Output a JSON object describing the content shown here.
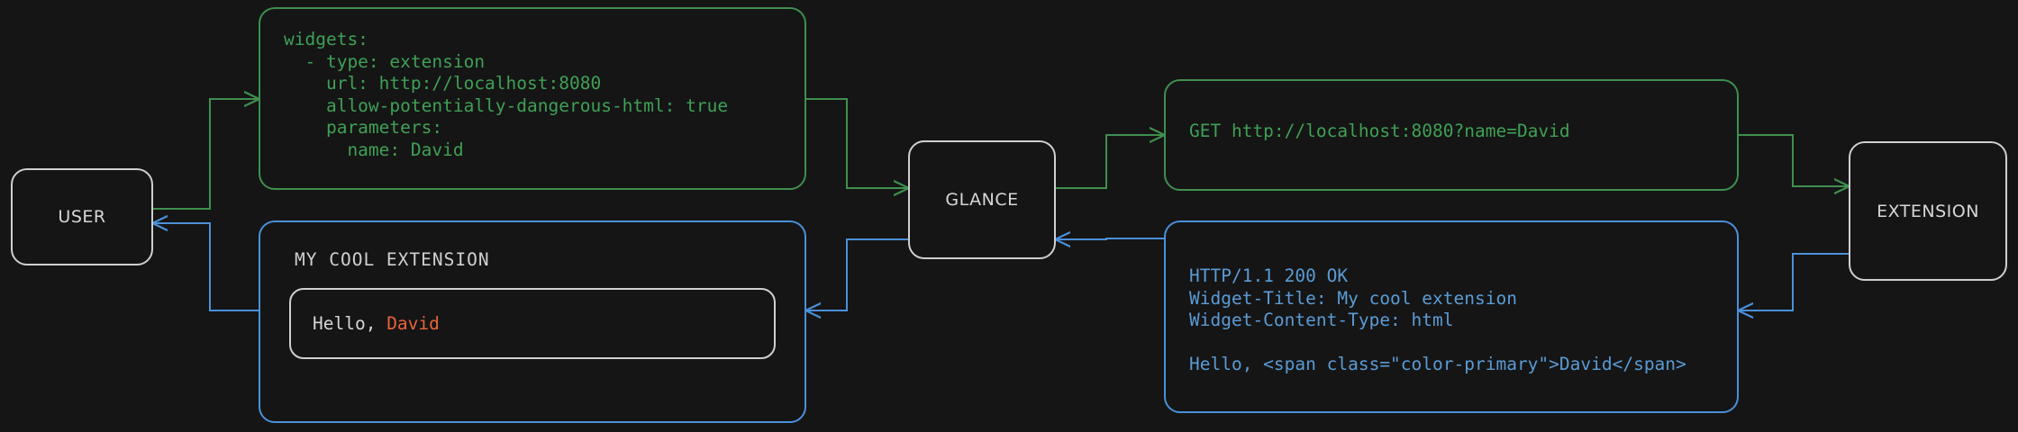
{
  "theme": {
    "background": "#151515",
    "request_color": "#3fa055",
    "response_color": "#5b9bd5",
    "neutral_color": "#cfcfcf",
    "accent_color": "#e8643c"
  },
  "diagram": {
    "title": "glance extension widget request flow",
    "actors": {
      "user": "USER",
      "glance": "GLANCE",
      "extension": "EXTENSION"
    },
    "config_block": {
      "kind": "yaml-config",
      "lines": [
        "widgets:",
        "  - type: extension",
        "    url: http://localhost:8080",
        "    allow-potentially-dangerous-html: true",
        "    parameters:",
        "      name: David"
      ],
      "text": "widgets:\n  - type: extension\n    url: http://localhost:8080\n    allow-potentially-dangerous-html: true\n    parameters:\n      name: David"
    },
    "request_block": {
      "kind": "http-request",
      "method": "GET",
      "url": "http://localhost:8080?name=David",
      "text": "GET http://localhost:8080?name=David"
    },
    "response_block": {
      "kind": "http-response",
      "status_line": "HTTP/1.1 200 OK",
      "headers": [
        "Widget-Title: My cool extension",
        "Widget-Content-Type: html"
      ],
      "body": "Hello, <span class=\"color-primary\">David</span>",
      "text": "HTTP/1.1 200 OK\nWidget-Title: My cool extension\nWidget-Content-Type: html\n\nHello, <span class=\"color-primary\">David</span>"
    },
    "rendered_widget": {
      "kind": "rendered-widget",
      "title": "MY COOL EXTENSION",
      "body_prefix": "Hello, ",
      "body_highlight": "David"
    }
  }
}
